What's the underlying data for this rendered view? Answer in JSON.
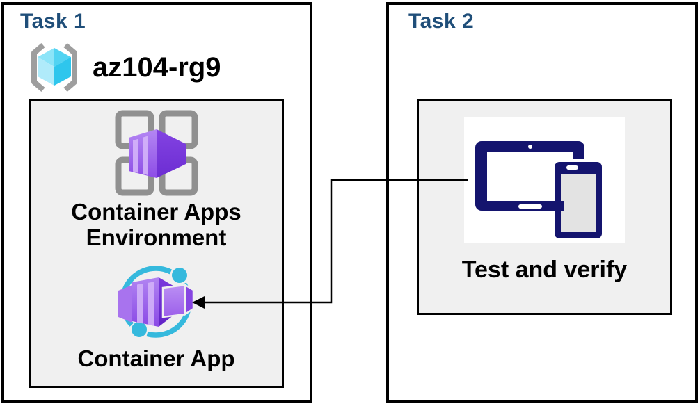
{
  "task1": {
    "title": "Task 1",
    "resource_group": {
      "name": "az104-rg9",
      "icon": "resource-group-icon"
    },
    "environment_node": {
      "label": "Container Apps Environment",
      "icon": "container-apps-environment-icon"
    },
    "app_node": {
      "label": "Container App",
      "icon": "container-app-icon"
    }
  },
  "task2": {
    "title": "Task 2",
    "verify_node": {
      "label": "Test and verify",
      "icon": "tablet-and-phone-devices-icon"
    }
  },
  "connector": {
    "description": "elbow arrow from Test and verify devices to Container App",
    "style": "right-angle-elbow",
    "arrowhead": "filled-triangle-left"
  },
  "colors": {
    "task_title": "#1f4e79",
    "panel_border": "#000000",
    "inner_panel_bg": "#f0f0f0",
    "label_text": "#000000",
    "device_navy": "#14146e",
    "circle_cyan": "#35b9dd",
    "cube_cyan_top": "#52d3f2",
    "cube_cyan_light": "#b0ebfa",
    "cube_cyan_dark": "#2ec6ed",
    "bracket_gray": "#9e9e9e",
    "grid_gray": "#909090",
    "container_purple": "#8d4fe6",
    "container_purple_dark": "#6c2dd2",
    "container_stripe": "#d4b4f9",
    "arrow": "#000000"
  }
}
